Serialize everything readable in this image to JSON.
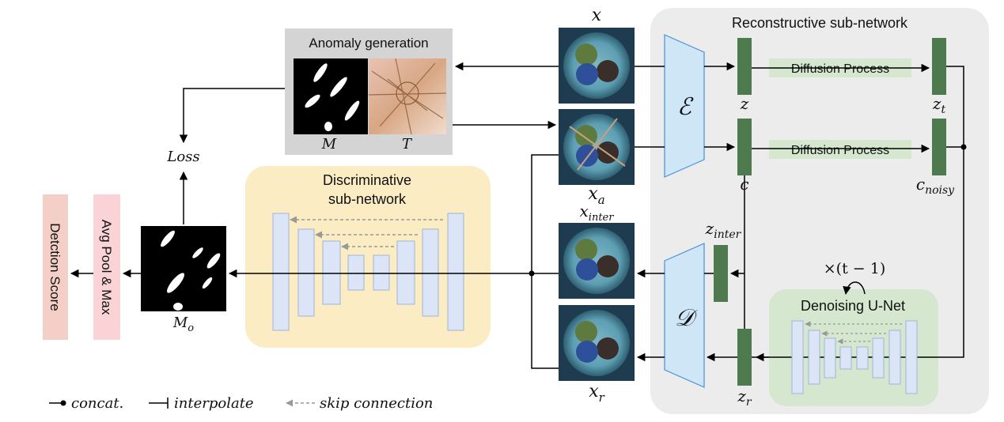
{
  "panels": {
    "anomaly_generation": "Anomaly generation",
    "reconstructive": "Reconstructive sub-network",
    "discriminative_line1": "Discriminative",
    "discriminative_line2": "sub-network",
    "denoising_unet": "Denoising U-Net"
  },
  "processes": {
    "diffusion_top": "Diffusion Process",
    "diffusion_bottom": "Diffusion Process"
  },
  "outputs": {
    "avg_pool": "Avg Pool & Max",
    "detection_score": "Detction Score"
  },
  "symbols": {
    "x": "x",
    "x_a_base": "x",
    "x_a_sub": "a",
    "x_inter_base": "x",
    "x_inter_sub": "inter",
    "x_r_base": "x",
    "x_r_sub": "r",
    "z": "z",
    "z_t_base": "z",
    "z_t_sub": "t",
    "c": "c",
    "c_noisy_base": "c",
    "c_noisy_sub": "noisy",
    "z_inter_base": "z",
    "z_inter_sub": "inter",
    "z_r_base": "z",
    "z_r_sub": "r",
    "mask": "M",
    "texture": "T",
    "m_o_base": "M",
    "m_o_sub": "o",
    "loss": "Loss",
    "encoder": "ℰ",
    "decoder": "𝒟",
    "repeat": "×(t − 1)"
  },
  "legend": {
    "concat": "concat.",
    "interpolate": "interpolate",
    "skip": "skip connection"
  }
}
